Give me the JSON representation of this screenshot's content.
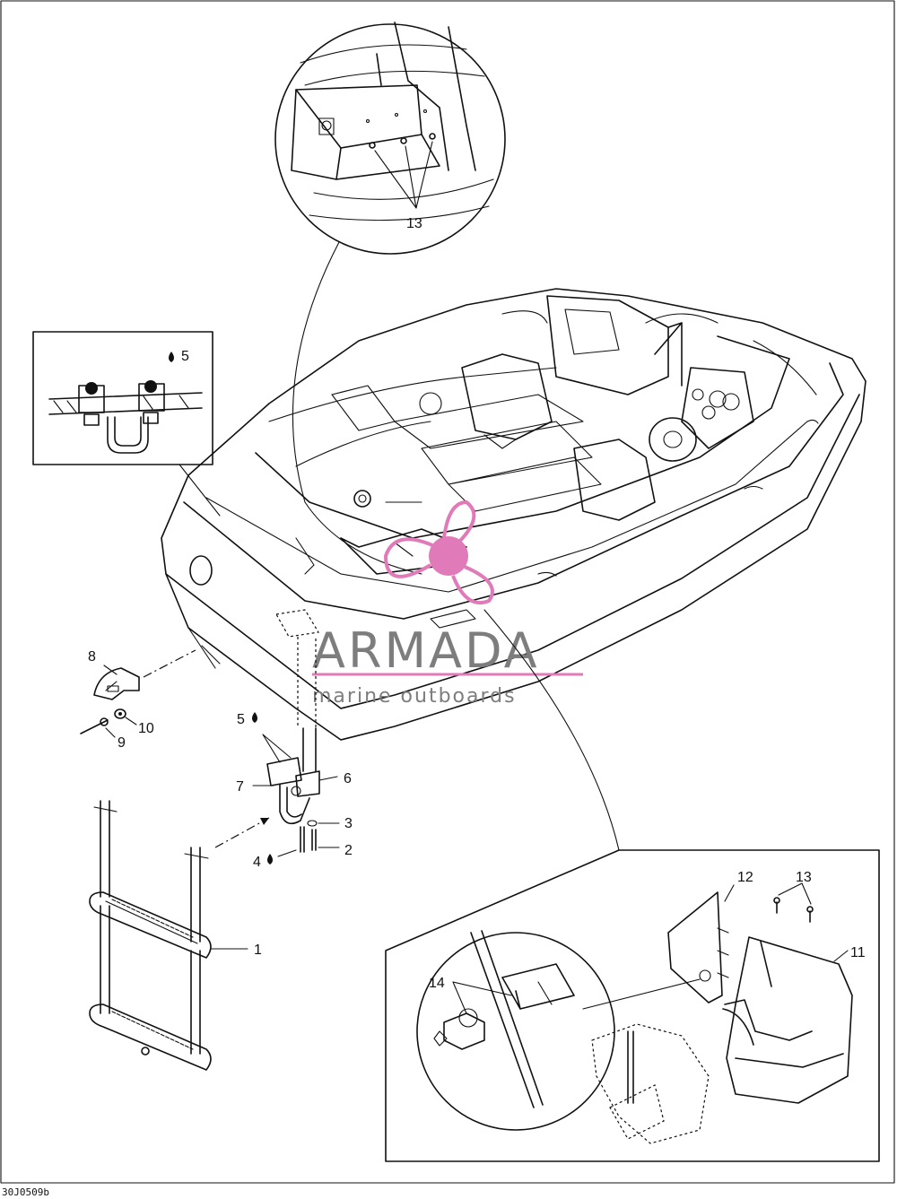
{
  "drawing_code": "30J0509b",
  "watermark": {
    "brand": "ARMADA",
    "tagline": "marine outboards",
    "accent_color": "#e07ab8"
  },
  "callouts": {
    "c1": "1",
    "c2": "2",
    "c3": "3",
    "c4": "4",
    "c5a": "5",
    "c5b": "5",
    "c6": "6",
    "c7": "7",
    "c8": "8",
    "c9": "9",
    "c10": "10",
    "c11": "11",
    "c12": "12",
    "c13a": "13",
    "c13b": "13",
    "c14": "14"
  },
  "icons": {
    "sealant": "drop-icon"
  }
}
